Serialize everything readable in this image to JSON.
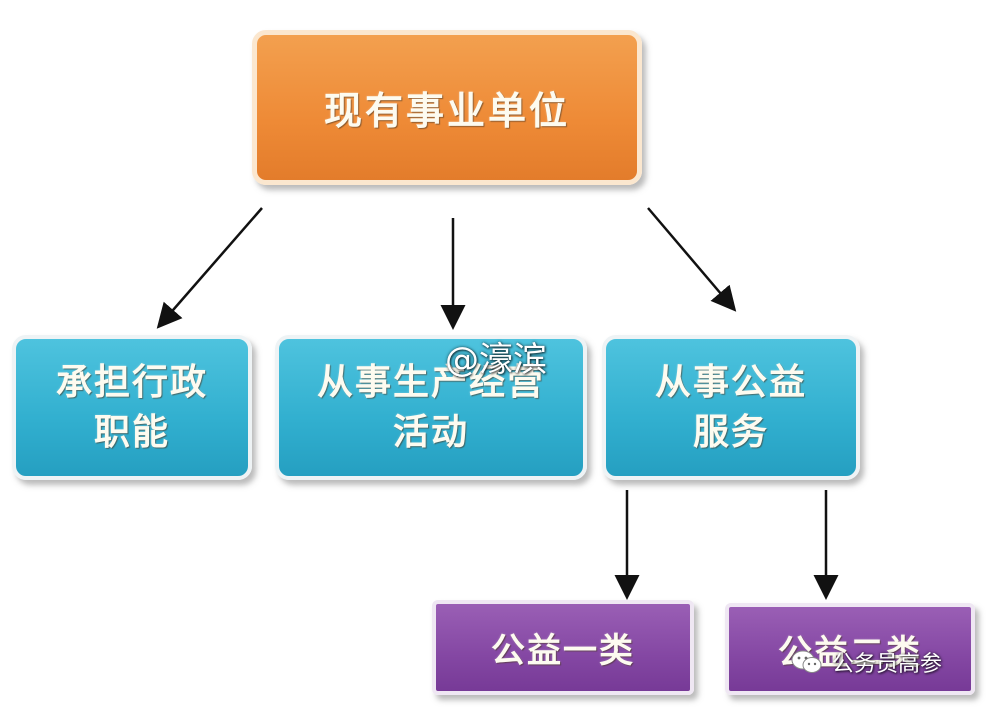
{
  "diagram": {
    "root": {
      "label": "现有事业单位",
      "color": "#ee8a36"
    },
    "children": [
      {
        "label": "承担行政\n职能",
        "color": "#31afcf"
      },
      {
        "label": "从事生产经营\n活动",
        "color": "#31afcf"
      },
      {
        "label": "从事公益\n服务",
        "color": "#31afcf"
      }
    ],
    "grandchildren": [
      {
        "label": "公益一类",
        "color": "#8447a3"
      },
      {
        "label": "公益二类",
        "color": "#8447a3"
      }
    ]
  },
  "watermarks": {
    "top": "@濠滨",
    "bottom": "公务员高参",
    "bottom_icon": "wechat-icon"
  }
}
